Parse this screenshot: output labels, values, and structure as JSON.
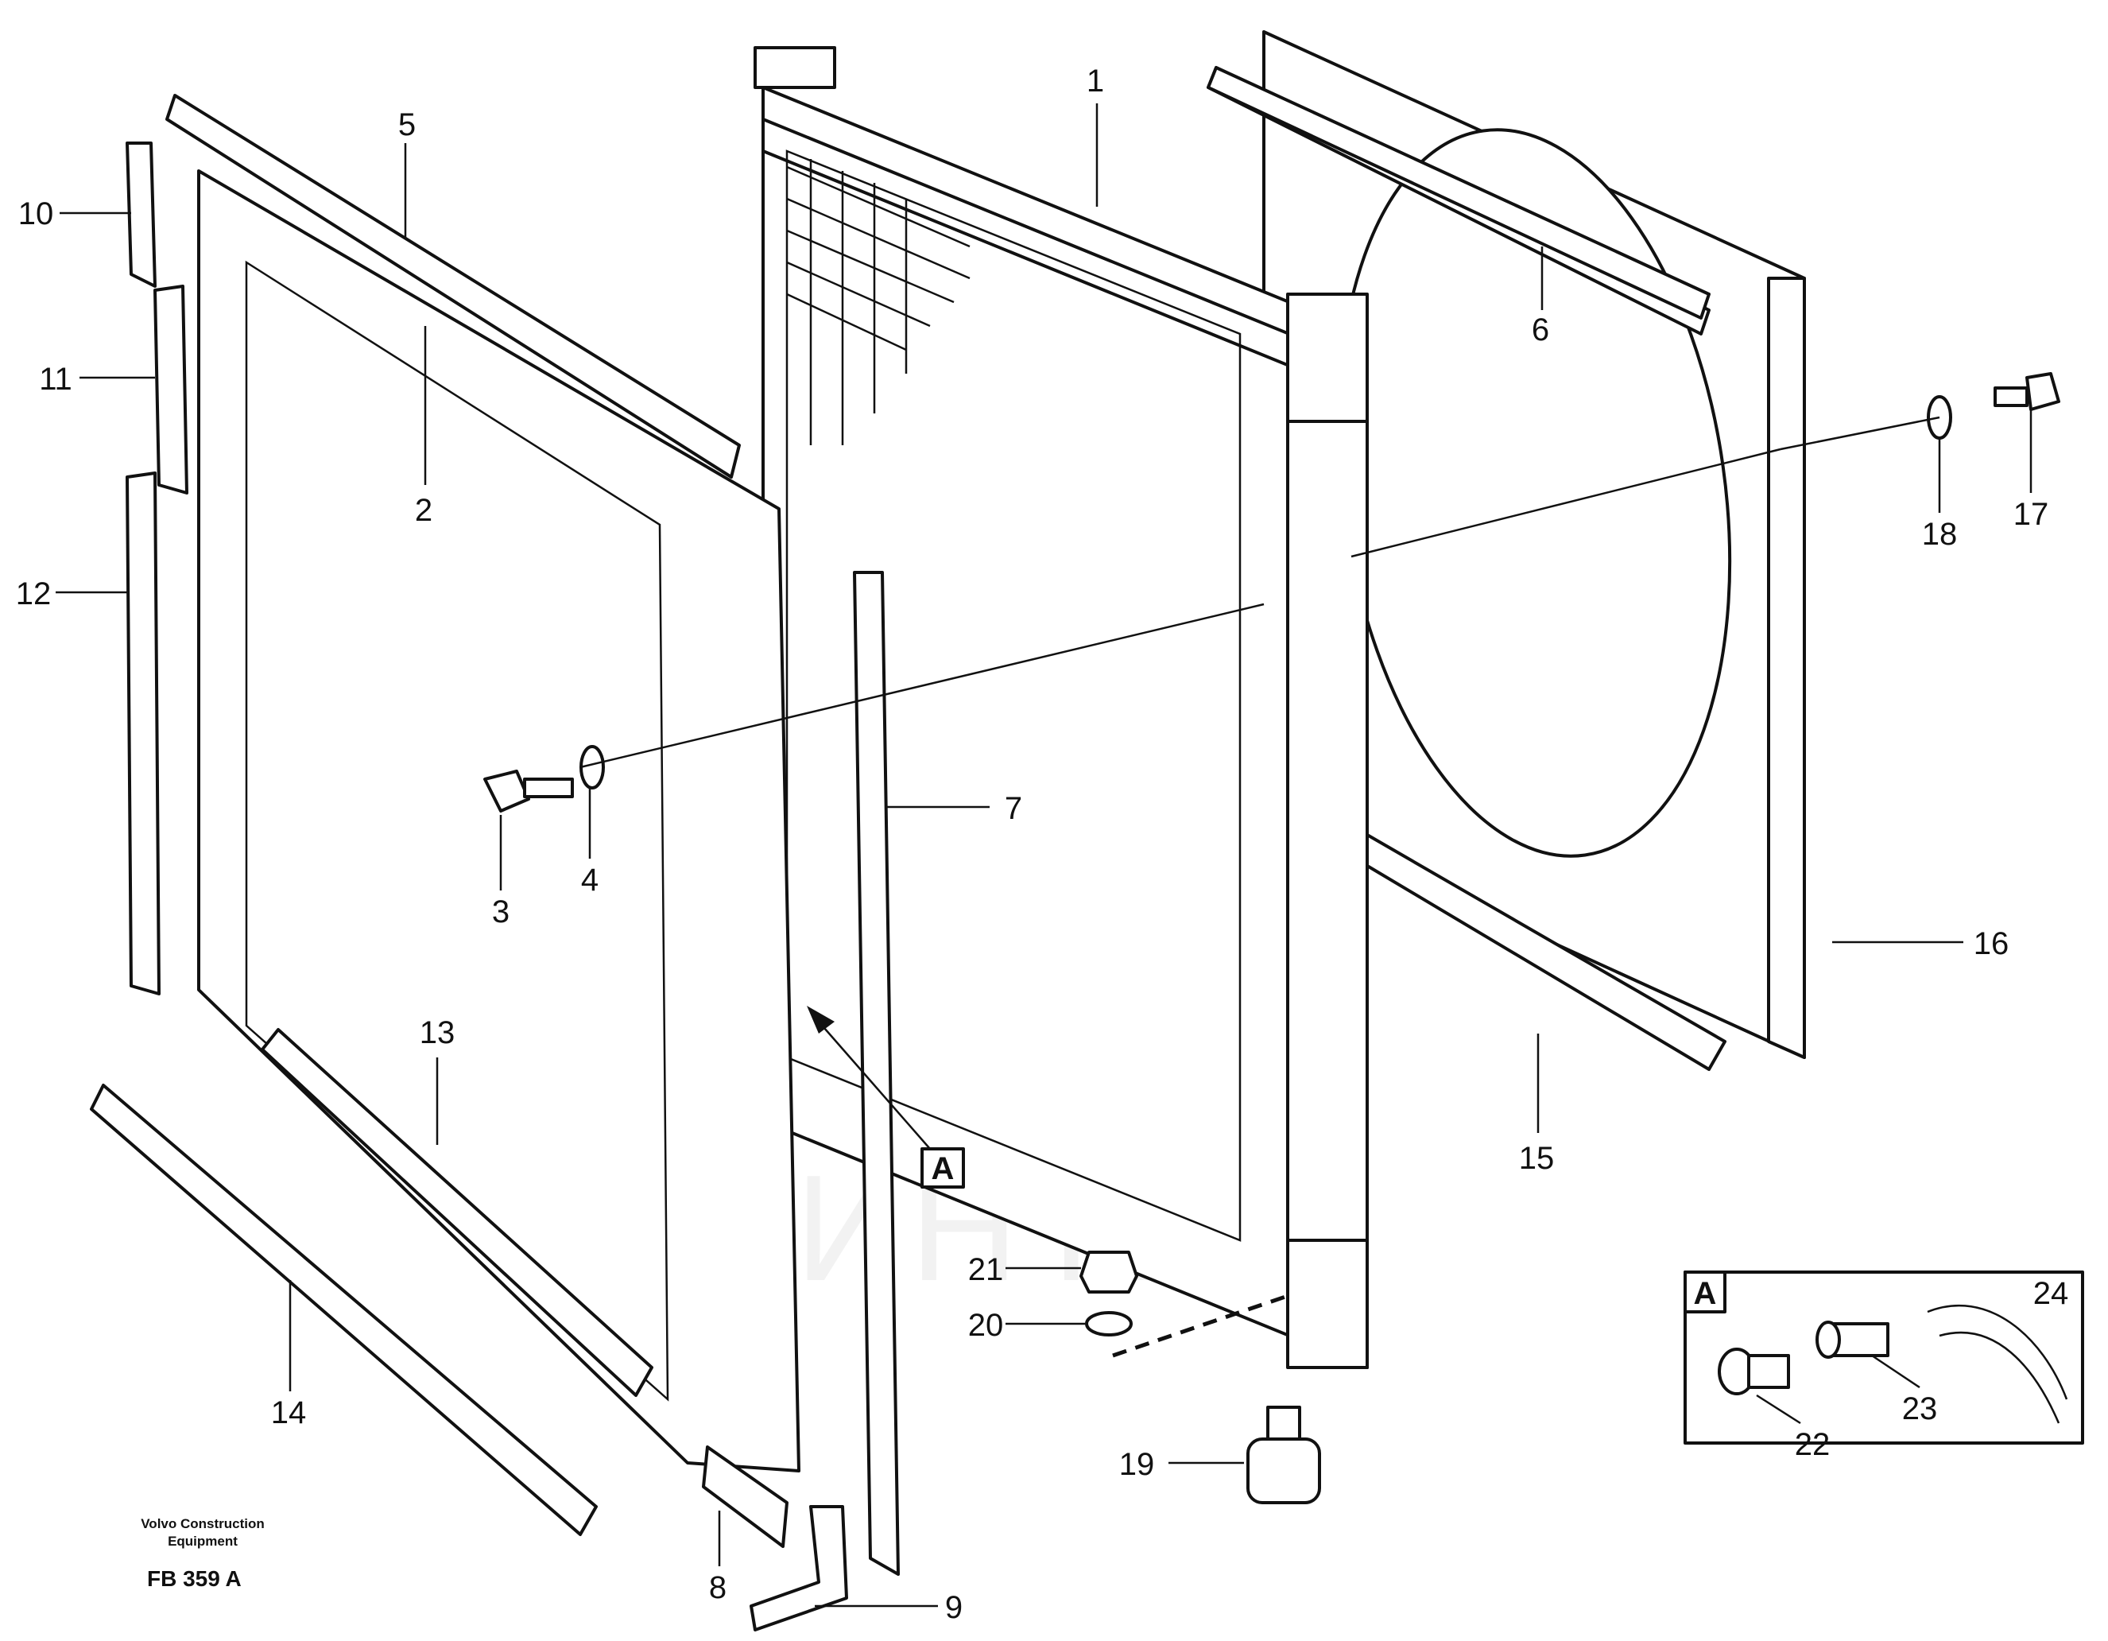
{
  "callouts": [
    "1",
    "2",
    "3",
    "4",
    "5",
    "6",
    "7",
    "8",
    "9",
    "10",
    "11",
    "12",
    "13",
    "14",
    "15",
    "16",
    "17",
    "18",
    "19",
    "20",
    "21",
    "22",
    "23",
    "24"
  ],
  "detail": {
    "label": "A",
    "pointer_label": "A"
  },
  "footer": {
    "company_line1": "Volvo Construction",
    "company_line2": "Equipment",
    "drawing_number": "FB 359 A"
  },
  "watermark": {
    "text": "ИНТЕХ",
    "color": "#f5c6c6"
  }
}
